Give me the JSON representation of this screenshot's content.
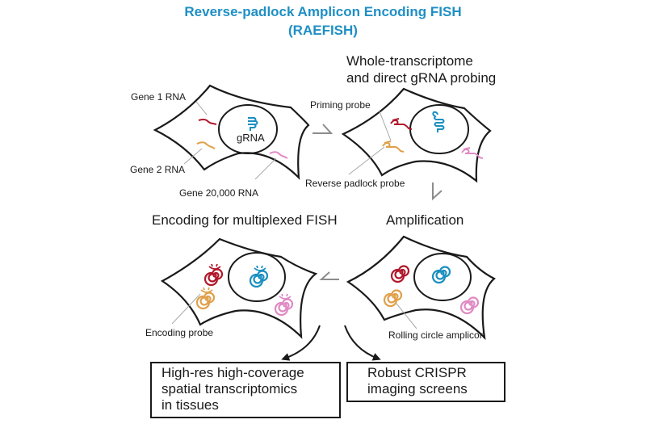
{
  "title": {
    "line1": "Reverse-padlock Amplicon Encoding FISH",
    "line2": "(RAEFISH)",
    "color": "#1f8fc4"
  },
  "colors": {
    "gene1": "#b0182b",
    "gene2": "#e0a04a",
    "gene20000": "#e08ac4",
    "grna": "#1a8fc0",
    "outline": "#1a1a1a",
    "leader": "#a8a8a8",
    "chevron": "#8c8c8c"
  },
  "panels": {
    "panel1": {
      "labels": {
        "gene1": "Gene 1 RNA",
        "gene2": "Gene 2 RNA",
        "gene20000": "Gene 20,000 RNA",
        "grna": "gRNA"
      }
    },
    "panel2": {
      "heading_line1": "Whole-transcriptome",
      "heading_line2": "and direct gRNA probing",
      "labels": {
        "priming": "Priming probe",
        "reverse_padlock": "Reverse padlock probe"
      }
    },
    "panel3": {
      "heading": "Amplification",
      "labels": {
        "rca": "Rolling circle amplicon"
      }
    },
    "panel4": {
      "heading": "Encoding for multiplexed FISH",
      "labels": {
        "encoding": "Encoding probe"
      }
    }
  },
  "outcomes": [
    {
      "lines": [
        "High-res high-coverage",
        "spatial transcriptomics",
        "in tissues"
      ]
    },
    {
      "lines": [
        "Robust CRISPR",
        "imaging screens"
      ]
    }
  ]
}
